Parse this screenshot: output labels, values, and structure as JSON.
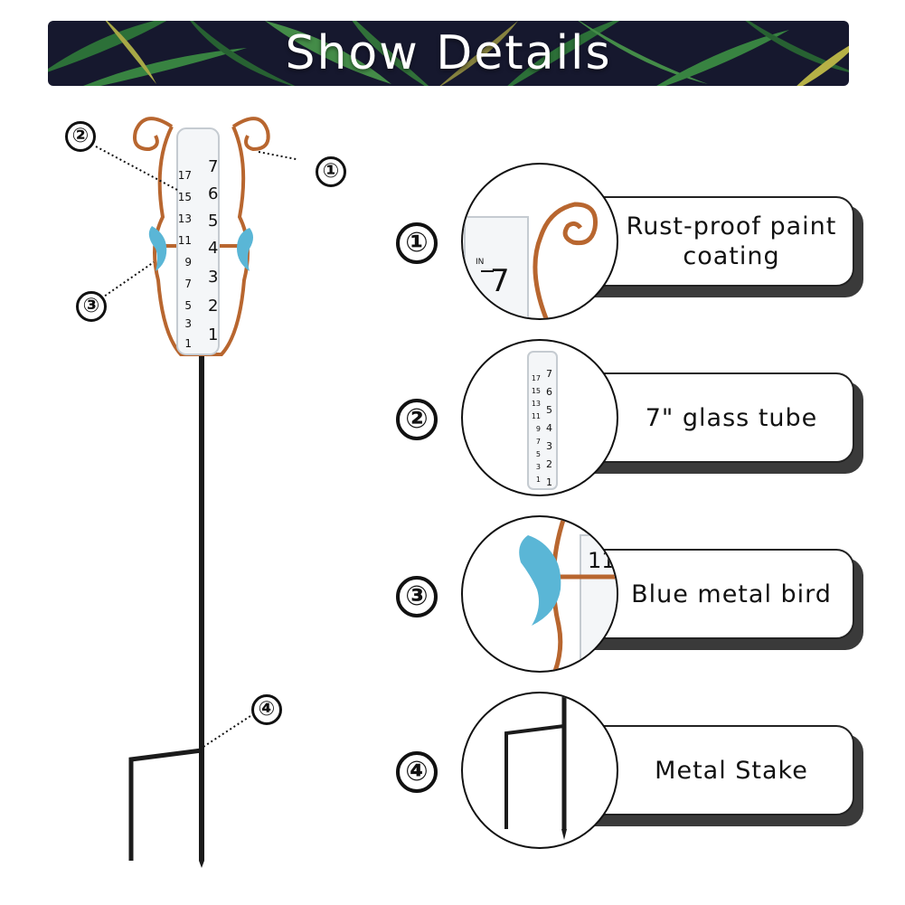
{
  "banner": {
    "title": "Show Details"
  },
  "product": {
    "tube_scale_left": [
      "17",
      "15",
      "13",
      "11",
      "9",
      "7",
      "5",
      "3",
      "1"
    ],
    "tube_scale_right": [
      "7",
      "6",
      "5",
      "4",
      "3",
      "2",
      "1"
    ]
  },
  "callouts": [
    {
      "number": "①",
      "label": "Rust-proof paint coating"
    },
    {
      "number": "②",
      "label": "7\" glass tube"
    },
    {
      "number": "③",
      "label": "Blue metal bird"
    },
    {
      "number": "④",
      "label": "Metal Stake"
    }
  ],
  "markers": [
    "①",
    "②",
    "③",
    "④"
  ],
  "feature_details": {
    "tube_closeup_left": [
      "17",
      "15",
      "13",
      "11",
      "9",
      "7",
      "5",
      "3",
      "1"
    ],
    "tube_closeup_right": [
      "7",
      "6",
      "5",
      "4",
      "3",
      "2",
      "1"
    ],
    "bird_closeup_text": "11",
    "coating_closeup_text": "7",
    "coating_closeup_unit": "IN"
  },
  "colors": {
    "copper": "#b8662f",
    "bird_blue": "#5ab6d6",
    "banner_bg": "#16182e",
    "leaf_green": "#2f7a3a"
  }
}
